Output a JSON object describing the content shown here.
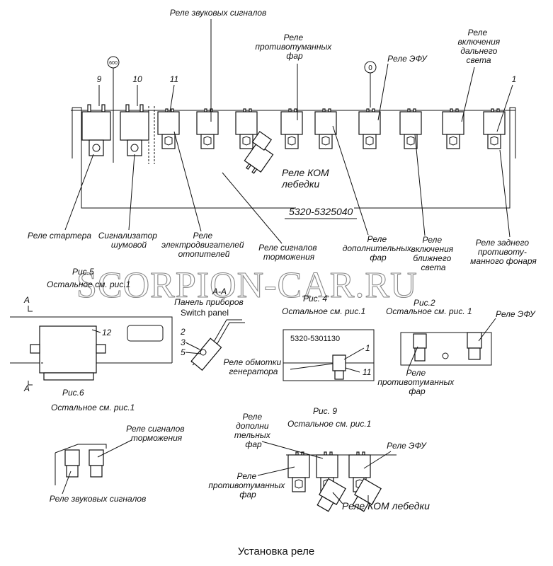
{
  "watermark": "SCORPION-CAR.RU",
  "caption": "Установка реле",
  "main": {
    "part_number": "5320-5325040",
    "circle_600": "600",
    "circle_0": "0",
    "top_labels": {
      "horn": "Реле звуковых сигналов",
      "fog": "Реле противотуманных фар",
      "efu": "Реле ЭФУ",
      "high": "Реле включения дальнего света"
    },
    "nums": {
      "n9": "9",
      "n10": "10",
      "n11": "11",
      "n1": "1"
    },
    "kom": "Реле КОМ лебедки",
    "bottom_labels": {
      "starter": "Реле стартера",
      "noise": "Сигнализатор шумовой",
      "heater": "Реле электродвигателей отопителей",
      "brake": "Реле сигналов торможения",
      "extra": "Реле дополнительных фар",
      "low": "Реле включения ближнего света",
      "rear_fog": "Реле заднего противотуманного фонаря"
    }
  },
  "fig5": {
    "title": "Рис.5",
    "note": "Остальное см. рис.1",
    "section_a": "A",
    "num": "12"
  },
  "section": {
    "title": "A-A",
    "panel": "Панель приборов",
    "switch": "Switch panel",
    "n2": "2",
    "n3": "3",
    "n5": "5"
  },
  "fig6": {
    "title": "Рис.6",
    "note": "Остальное см. рис.1"
  },
  "fig4": {
    "title": "Рис. 4",
    "note": "Остальное см. рис.1",
    "part_number": "5320-5301130",
    "gen": "Реле обмотки генератора",
    "n1": "1",
    "n11": "11"
  },
  "fig2": {
    "title": "Рис.2",
    "note": "Остальное см. рис. 1",
    "efu": "Реле ЭФУ",
    "fog": "Реле противотуманных фар"
  },
  "fig_left": {
    "brake": "Реле сигналов торможения",
    "horn": "Реле звуковых сигналов"
  },
  "fig9": {
    "title": "Рис. 9",
    "note": "Остальное см. рис.1",
    "extra": "Реле дополнительных фар",
    "efu": "Реле ЭФУ",
    "fog": "Реле противотуманных фар",
    "kom": "Реле КОМ лебедки"
  }
}
